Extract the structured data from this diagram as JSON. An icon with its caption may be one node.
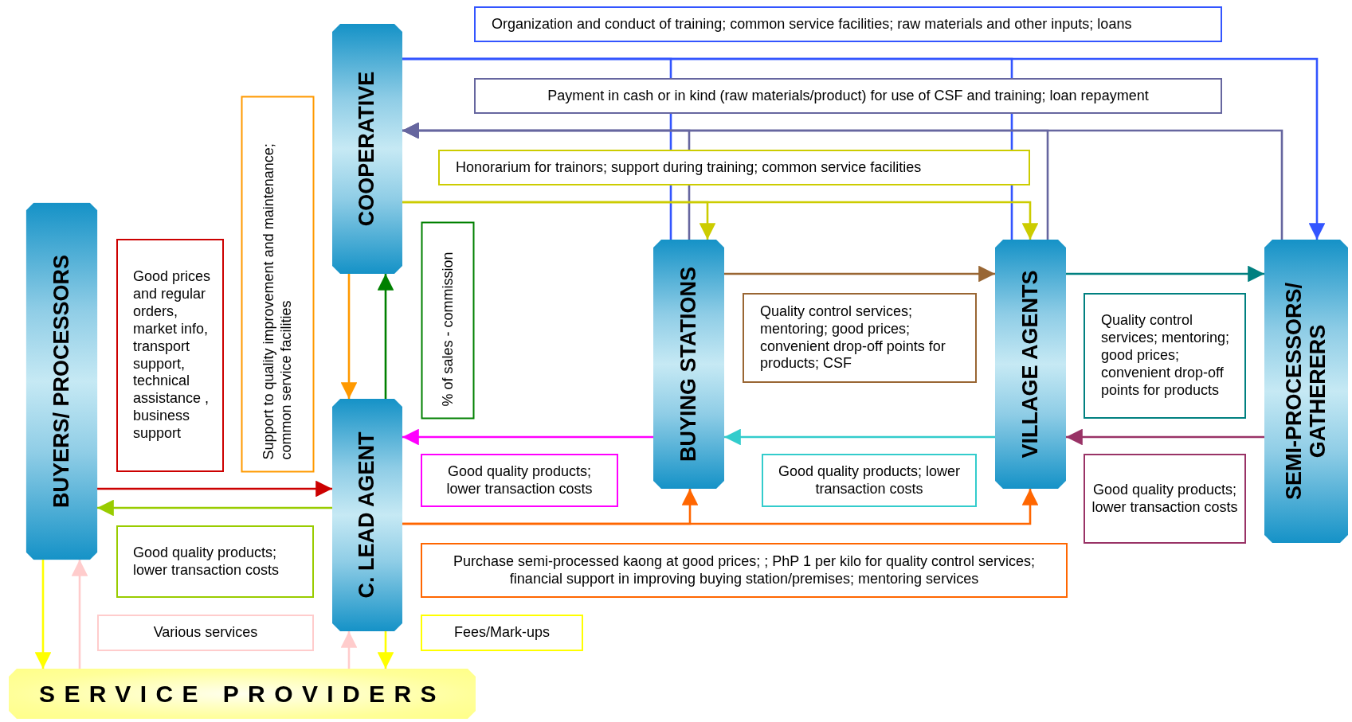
{
  "diagram": {
    "nodes": [
      {
        "text": [
          "COOPERATIVE"
        ]
      },
      {
        "text": [
          "BUYERS/ PROCESSORS"
        ]
      },
      {
        "text": [
          "C. LEAD AGENT"
        ]
      },
      {
        "text": [
          "BUYING STATIONS"
        ]
      },
      {
        "text": [
          "VILLAGE AGENTS"
        ]
      },
      {
        "text": [
          "SEMI-PROCESSORS/ GATHERERS"
        ]
      },
      {
        "text": [
          "SERVICE PROVIDERS"
        ]
      }
    ],
    "edges": [
      {
        "from": 0,
        "to": 3,
        "arrow": "none",
        "color": "#3355ff"
      },
      {
        "from": 0,
        "to": 4,
        "arrow": "none",
        "color": "#3355ff"
      },
      {
        "from": 0,
        "to": 5,
        "arrow": "to",
        "color": "#3355ff",
        "label": "Organization and conduct of training; common service facilities; raw materials and other inputs; loans"
      },
      {
        "from": 3,
        "to": 0,
        "arrow": "to",
        "color": "#66669f"
      },
      {
        "from": 4,
        "to": 0,
        "arrow": "to",
        "color": "#66669f"
      },
      {
        "from": 5,
        "to": 0,
        "arrow": "to",
        "color": "#66669f"
      },
      {
        "from": 0,
        "to": 3,
        "arrow": "to",
        "color": "#cccc00"
      },
      {
        "from": 0,
        "to": 4,
        "arrow": "to",
        "color": "#cccc00"
      },
      {
        "from": 3,
        "to": 4,
        "arrow": "to",
        "color": "#996633",
        "label": "Quality control services; mentoring; good prices; convenient drop-off points for products; CSF"
      },
      {
        "from": 4,
        "to": 5,
        "arrow": "to",
        "color": "#008080",
        "label": "Quality control services; mentoring; good prices; convenient drop-off points for products"
      },
      {
        "from": 5,
        "to": 4,
        "arrow": "to",
        "color": "#993366",
        "label": "Good quality products; lower transaction costs"
      },
      {
        "from": 4,
        "to": 3,
        "arrow": "to",
        "color": "#33cccc",
        "label": "Good quality products; lower transaction costs"
      },
      {
        "from": 3,
        "to": 2,
        "arrow": "to",
        "color": "#ff00ff",
        "label": "Good quality products; lower transaction costs"
      },
      {
        "from": 2,
        "to": 3,
        "arrow": "to",
        "color": "#ff6600",
        "label": "Purchase semi-processed kaong at good prices; ; PhP 1 per kilo for quality control services; financial support in improving buying station/premises; mentoring services"
      },
      {
        "from": 2,
        "to": 4,
        "arrow": "to",
        "color": "#ff6600"
      },
      {
        "from": 0,
        "to": 2,
        "arrow": "to",
        "color": "#ff9900",
        "label": "Support to quality improvement and maintenance; common service facilities"
      },
      {
        "from": 2,
        "to": 0,
        "arrow": "to",
        "color": "#008000",
        "label": "% of sales - commission"
      },
      {
        "from": 1,
        "to": 2,
        "arrow": "to",
        "color": "#cc0000",
        "label": "Good prices and regular orders, market info, transport support, technical assistance , business support"
      },
      {
        "from": 2,
        "to": 1,
        "arrow": "to",
        "color": "#99cc00",
        "label": "Good quality products; lower transaction costs"
      },
      {
        "from": 1,
        "to": 6,
        "arrow": "to",
        "color": "#ffff00"
      },
      {
        "from": 2,
        "to": 6,
        "arrow": "to",
        "color": "#ffff00",
        "label": "Fees/Mark-ups"
      },
      {
        "from": 6,
        "to": 1,
        "arrow": "to",
        "color": "#ffcccc"
      },
      {
        "from": 6,
        "to": 2,
        "arrow": "to",
        "color": "#ffcccc"
      }
    ],
    "labels": [
      "Payment in cash or in kind (raw materials/product) for use of CSF and training; loan repayment",
      "Honorarium for trainors; support during training; common service facilities",
      "Various services"
    ]
  }
}
